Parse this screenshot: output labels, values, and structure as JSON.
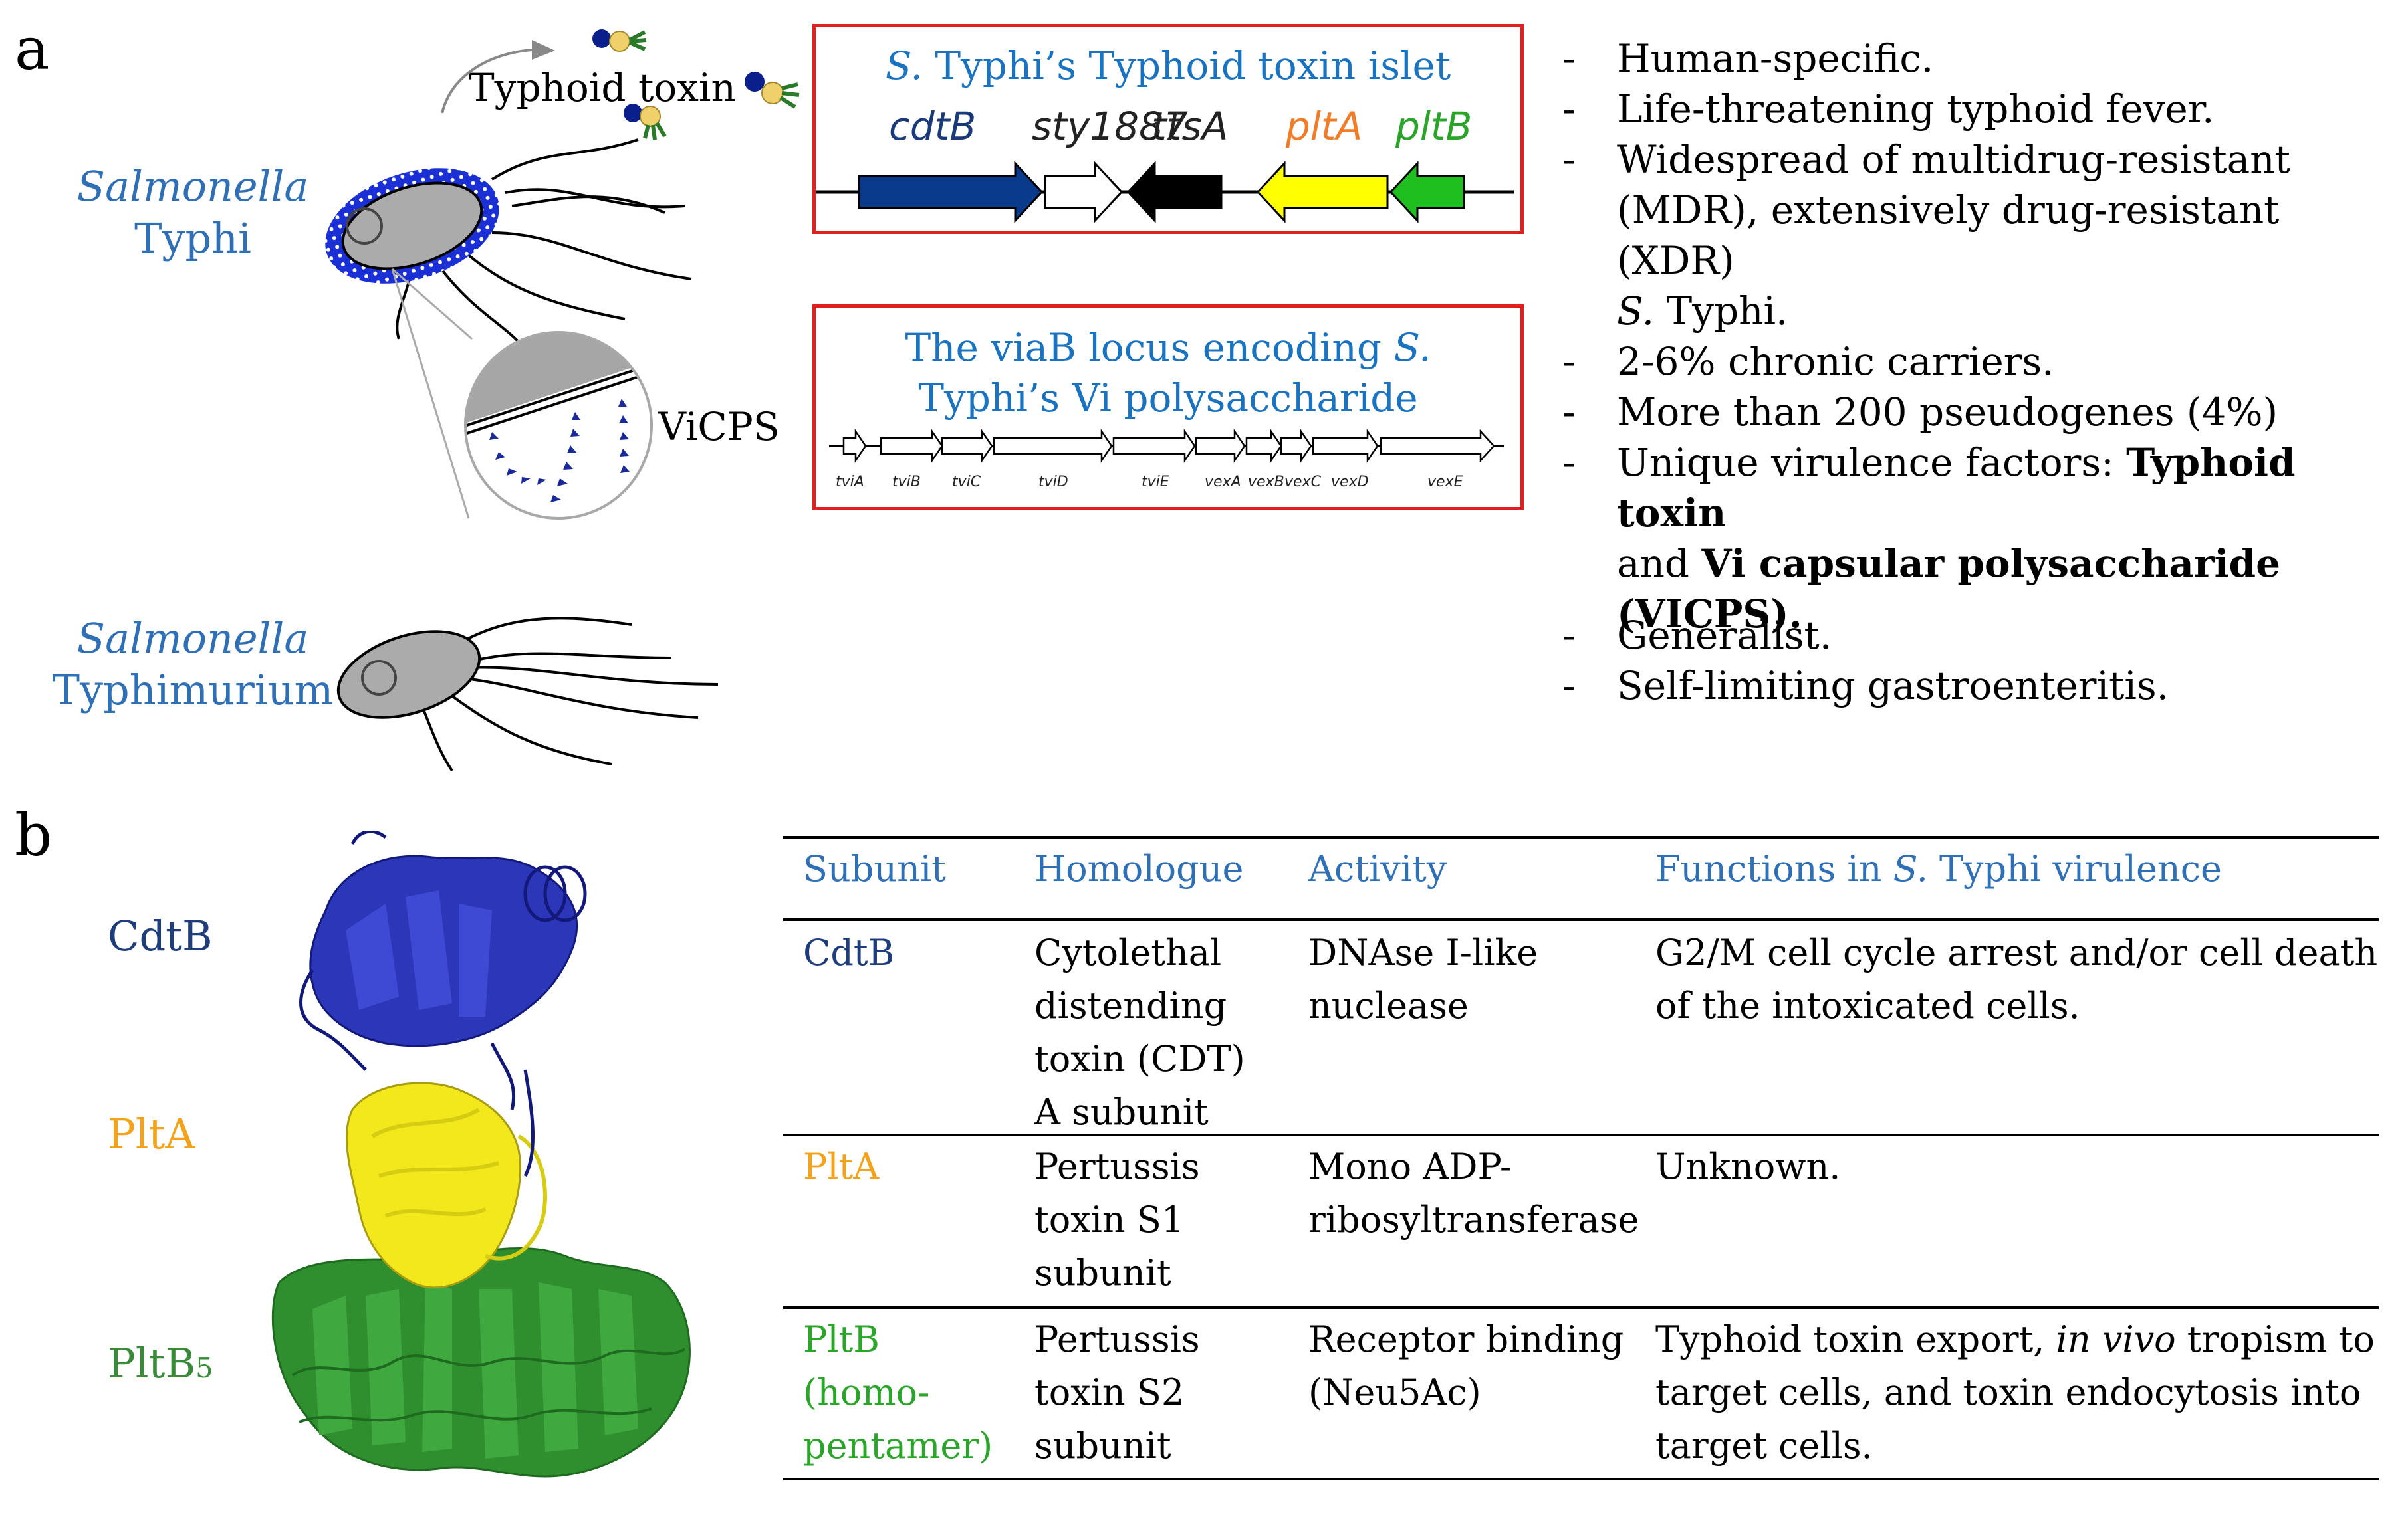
{
  "panel_a": {
    "letter": "a",
    "typhi_name": {
      "genus": "Salmonella",
      "species": "Typhi"
    },
    "typhimurium_name": {
      "genus": "Salmonella",
      "species": "Typhimurium"
    },
    "typhoid_toxin_label": "Typhoid toxin",
    "vicps_label": "ViCPS",
    "toxin_islet_box": {
      "title_italic": "S.",
      "title_rest": " Typhi’s Typhoid toxin islet",
      "genes": [
        {
          "name": "cdtB",
          "color": "#0a3a8c",
          "label_color": "#1b3a7a"
        },
        {
          "name": "sty1887",
          "color": "#ffffff",
          "label_color": "#222222"
        },
        {
          "name": "ttsA",
          "color": "#000000",
          "label_color": "#222222"
        },
        {
          "name": "pltA",
          "color": "#ffff00",
          "label_color": "#ef7d2a"
        },
        {
          "name": "pltB",
          "color": "#1fbf1f",
          "label_color": "#2aa52a"
        }
      ]
    },
    "viab_box": {
      "title_line1_a": "The viaB locus encoding ",
      "title_line1_italic": "S.",
      "title_line2": "Typhi’s Vi polysaccharide",
      "genes": [
        "tviA",
        "tviB",
        "tviC",
        "tviD",
        "tviE",
        "vexA",
        "vexB",
        "vexC",
        "vexD",
        "vexE"
      ]
    },
    "typhi_features": [
      {
        "text": "Human-specific."
      },
      {
        "text": "Life-threatening typhoid fever."
      },
      {
        "text": "Widespread of multidrug-resistant (MDR), extensively drug-resistant (XDR)",
        "text2_italic": "S.",
        "text2": " Typhi."
      },
      {
        "text": "2-6% chronic carriers."
      },
      {
        "text": "More than 200 pseudogenes (4%)"
      },
      {
        "text": "Unique virulence factors: ",
        "bold1": "Typhoid toxin",
        "mid": " and ",
        "bold2": "Vi capsular polysaccharide (VICPS)."
      }
    ],
    "typhimurium_features": [
      "Generalist.",
      "Self-limiting gastroenteritis."
    ],
    "dash": "-"
  },
  "panel_b": {
    "letter": "b",
    "structure_labels": [
      {
        "text": "CdtB",
        "color": "#1f3d7a"
      },
      {
        "text": "PltA",
        "color": "#f2a21b"
      },
      {
        "text": "PltB",
        "sub": "5",
        "color": "#3a8a3a"
      }
    ],
    "table": {
      "headers": [
        "Subunit",
        "Homologue",
        "Activity",
        "Functions in S. Typhi virulence"
      ],
      "header_func_pre": "Functions in ",
      "header_func_italic": "S.",
      "header_func_post": " Typhi virulence",
      "rows": [
        {
          "subunit": "CdtB",
          "subunit_color": "#1f3d7a",
          "homologue": [
            "Cytolethal",
            "distending",
            "toxin (CDT)",
            "A subunit"
          ],
          "activity": [
            "DNAse I-like",
            "nuclease"
          ],
          "function": [
            "G2/M cell cycle arrest and/or cell death",
            "of the intoxicated cells."
          ]
        },
        {
          "subunit": "PltA",
          "subunit_color": "#f2a21b",
          "homologue": [
            "Pertussis",
            "toxin S1",
            "subunit"
          ],
          "activity": [
            "Mono ADP-",
            "ribosyltransferase"
          ],
          "function": [
            "Unknown."
          ]
        },
        {
          "subunit_lines": [
            "PltB",
            "(homo-",
            "pentamer)"
          ],
          "subunit_color": "#2aa52a",
          "homologue": [
            "Pertussis",
            "toxin S2",
            "subunit"
          ],
          "activity": [
            "Receptor binding",
            "(Neu5Ac)"
          ],
          "function_line1_pre": "Typhoid toxin export, ",
          "function_line1_italic": "in vivo",
          "function_line1_post": " tropism to",
          "function": [
            "target cells, and toxin endocytosis into",
            "target cells."
          ]
        }
      ]
    }
  }
}
